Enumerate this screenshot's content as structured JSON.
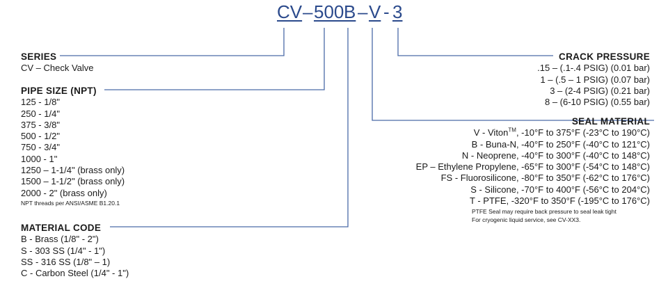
{
  "code": {
    "prefix": "CV",
    "size": "500",
    "material": "B",
    "seal": "V",
    "crack": "3",
    "dash": "–",
    "dash_short": "-"
  },
  "series": {
    "heading": "SERIES",
    "items": [
      "CV – Check Valve"
    ]
  },
  "pipe_size": {
    "heading": "PIPE SIZE (NPT)",
    "items": [
      "125  - 1/8\"",
      "250  - 1/4\"",
      "375  - 3/8\"",
      "500  - 1/2\"",
      "750  - 3/4\"",
      "1000 - 1\"",
      "1250 – 1-1/4\" (brass only)",
      "1500 – 1-1/2\" (brass only)",
      "2000 - 2\" (brass only)"
    ],
    "note": "NPT threads per ANSI/ASME B1.20.1"
  },
  "material_code": {
    "heading": "MATERIAL CODE",
    "items": [
      "B  - Brass (1/8\" - 2\")",
      "S  - 303 SS (1/4\" - 1\")",
      "SS - 316 SS (1/8\" – 1)",
      "C  - Carbon Steel (1/4\" - 1\")"
    ]
  },
  "crack_pressure": {
    "heading": "CRACK PRESSURE",
    "items": [
      ".15 – (.1-.4 PSIG) (0.01 bar)",
      "1 – (.5 – 1 PSIG) (0.07 bar)",
      "3 – (2-4 PSIG) (0.21 bar)",
      "8 – (6-10 PSIG) (0.55 bar)"
    ]
  },
  "seal_material": {
    "heading": "SEAL MATERIAL",
    "viton_prefix": "V - Viton",
    "viton_tm": "TM",
    "viton_suffix": ", -10°F to 375°F (-23°C to 190°C)",
    "items": [
      "B - Buna-N, -40°F to 250°F (-40°C to 121°C)",
      "N - Neoprene, -40°F to 300°F (-40°C to 148°C)",
      "EP – Ethylene Propylene, -65°F to 300°F (-54°C to 148°C)",
      "FS - Fluorosilicone, -80°F to 350°F (-62°C to 176°C)",
      "S - Silicone, -70°F to 400°F (-56°C to 204°C)",
      "T - PTFE, -320°F to 350°F (-195°C to 176°C)"
    ],
    "notes": [
      "PTFE Seal may require back pressure to seal leak tight",
      "For cryogenic liquid service, see CV-XX3."
    ]
  },
  "colors": {
    "line": "#4a6aa8",
    "code_text": "#2b4a8c",
    "text": "#1a1a1a"
  }
}
